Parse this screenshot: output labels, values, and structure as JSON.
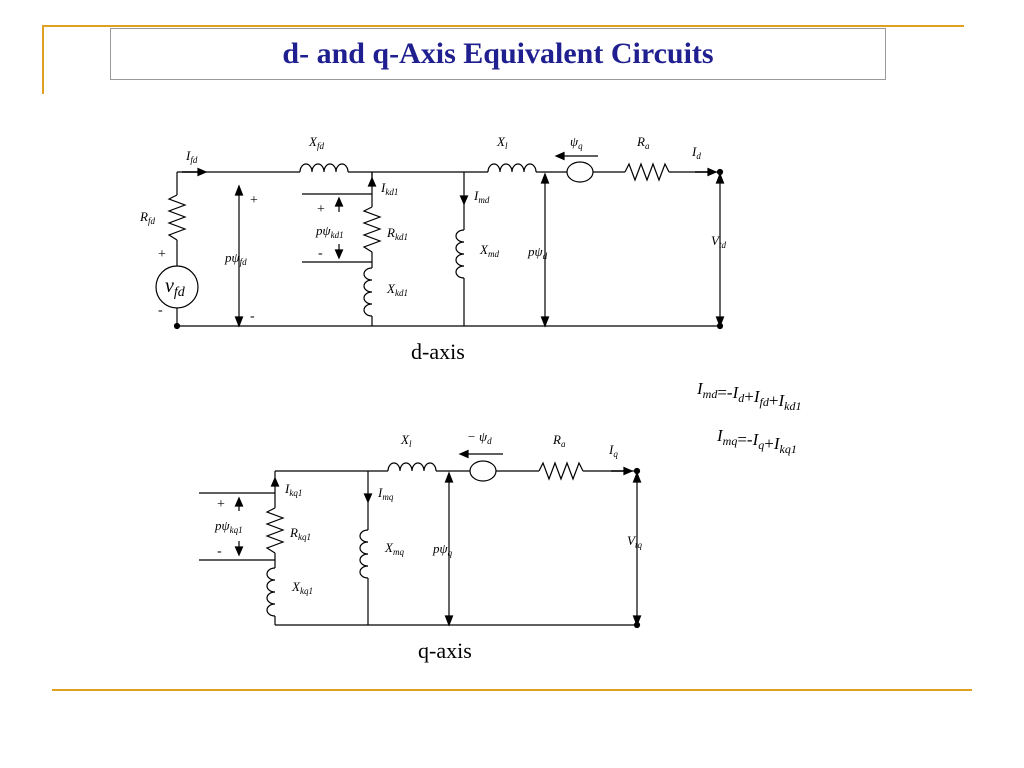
{
  "slide": {
    "title": "d- and q-Axis Equivalent Circuits",
    "accent_color": "#e0a020",
    "title_color": "#1f1f8f"
  },
  "d_axis": {
    "caption": "d-axis",
    "labels": {
      "I_fd": [
        "I",
        "fd"
      ],
      "X_fd": [
        "X",
        "fd"
      ],
      "X_l": [
        "X",
        "l"
      ],
      "psi_q": [
        "ψ",
        "q"
      ],
      "R_a": [
        "R",
        "a"
      ],
      "I_d": [
        "I",
        "d"
      ],
      "R_fd": [
        "R",
        "fd"
      ],
      "v_fd": [
        "v",
        "fd"
      ],
      "p_psi_fd": [
        "pψ",
        "fd"
      ],
      "I_kd1": [
        "I",
        "kd1"
      ],
      "p_psi_kd1": [
        "pψ",
        "kd1"
      ],
      "R_kd1": [
        "R",
        "kd1"
      ],
      "X_kd1": [
        "X",
        "kd1"
      ],
      "I_md": [
        "I",
        "md"
      ],
      "X_md": [
        "X",
        "md"
      ],
      "p_psi_d": [
        "pψ",
        "d"
      ],
      "V_td": [
        "V",
        "td"
      ]
    },
    "signs": {
      "plus": "+",
      "minus": "-"
    }
  },
  "q_axis": {
    "caption": "q-axis",
    "labels": {
      "X_l": [
        "X",
        "l"
      ],
      "neg_psi_d": [
        "− ψ",
        "d"
      ],
      "R_a": [
        "R",
        "a"
      ],
      "I_q": [
        "I",
        "q"
      ],
      "I_kq1": [
        "I",
        "kq1"
      ],
      "p_psi_kq1": [
        "pψ",
        "kq1"
      ],
      "R_kq1": [
        "R",
        "kq1"
      ],
      "X_kq1": [
        "X",
        "kq1"
      ],
      "I_mq": [
        "I",
        "mq"
      ],
      "X_mq": [
        "X",
        "mq"
      ],
      "p_psi_q": [
        "pψ",
        "q"
      ],
      "V_tq": [
        "V",
        "tq"
      ]
    },
    "signs": {
      "plus": "+",
      "minus": "-"
    }
  },
  "equations": {
    "eq1": "I_md=-I_d+I_fd+I_kd1",
    "eq2": "I_mq=-I_q+I_kq1"
  }
}
